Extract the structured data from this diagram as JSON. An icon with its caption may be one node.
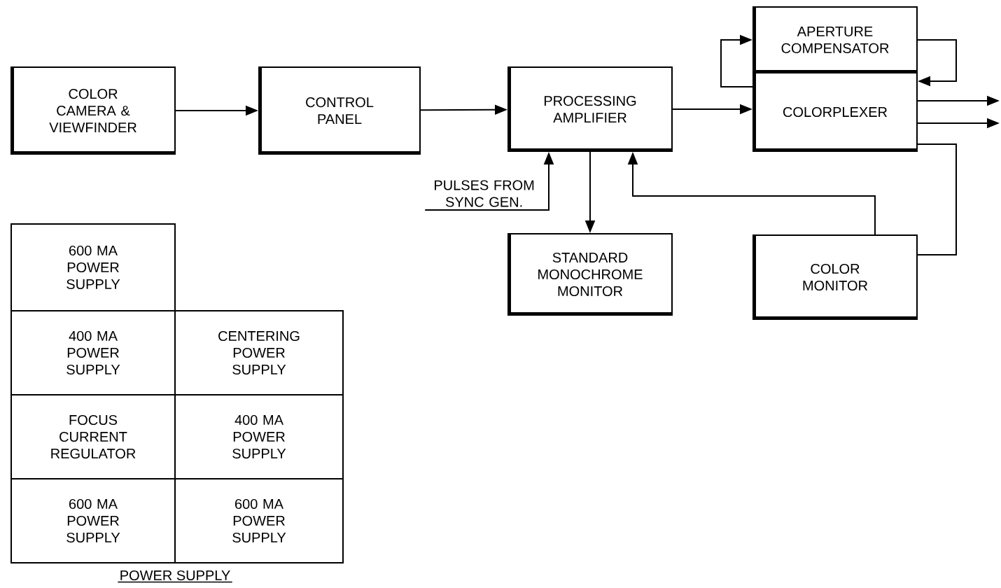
{
  "diagram": {
    "nodes": [
      {
        "text": [
          "COLOR CAMERA & VIEWFINDER"
        ]
      },
      {
        "text": [
          "CONTROL PANEL"
        ]
      },
      {
        "text": [
          "PROCESSING AMPLIFIER"
        ]
      },
      {
        "text": [
          "APERTURE COMPENSATOR"
        ]
      },
      {
        "text": [
          "COLORPLEXER"
        ]
      },
      {
        "text": [
          "PULSES FROM SYNC GEN."
        ]
      },
      {
        "text": [
          "STANDARD MONOCHROME MONITOR"
        ]
      },
      {
        "text": [
          "COLOR MONITOR"
        ]
      },
      {
        "text": [
          "600 MA POWER SUPPLY"
        ]
      },
      {
        "text": [
          "400 MA POWER SUPPLY"
        ]
      },
      {
        "text": [
          "CENTERING POWER SUPPLY"
        ]
      },
      {
        "text": [
          "FOCUS CURRENT REGULATOR"
        ]
      },
      {
        "text": [
          "400 MA POWER SUPPLY"
        ]
      },
      {
        "text": [
          "600 MA POWER SUPPLY"
        ]
      },
      {
        "text": [
          "600 MA POWER SUPPLY"
        ]
      }
    ],
    "edges": [
      {
        "from": 0,
        "to": 1,
        "arrow": "to"
      },
      {
        "from": 1,
        "to": 2,
        "arrow": "to"
      },
      {
        "from": 2,
        "to": 4,
        "arrow": "to"
      },
      {
        "from": 5,
        "to": 2,
        "arrow": "to"
      },
      {
        "from": 2,
        "to": 6,
        "arrow": "to"
      },
      {
        "from": 4,
        "to": 7,
        "arrow": "none"
      },
      {
        "from": 7,
        "to": 2,
        "arrow": "to"
      },
      {
        "from": 4,
        "to": 3,
        "arrow": "to"
      },
      {
        "from": 3,
        "to": 4,
        "arrow": "to"
      },
      {
        "from": 4,
        "to": null,
        "arrow": "to"
      },
      {
        "from": 4,
        "to": null,
        "arrow": "to"
      }
    ],
    "labels": [
      "POWER SUPPLY"
    ]
  }
}
